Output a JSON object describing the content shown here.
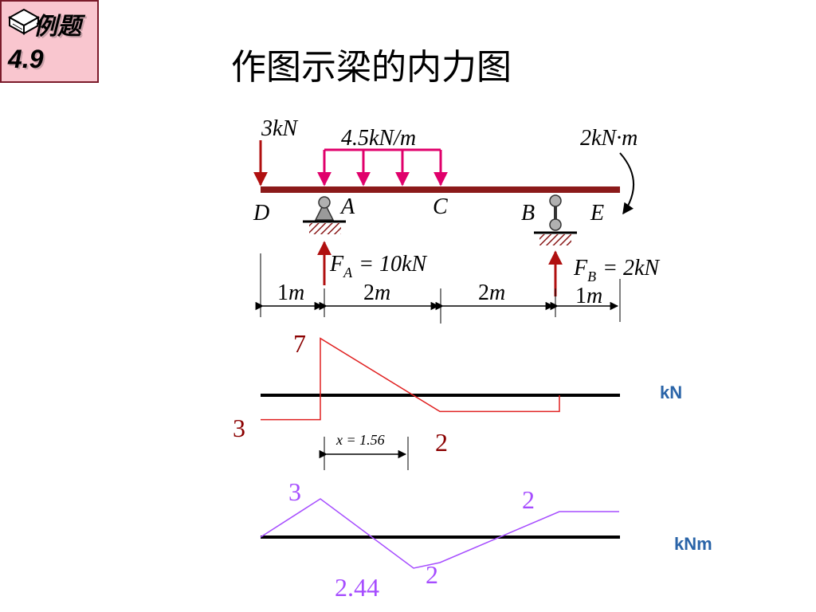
{
  "badge": {
    "word": "例题",
    "number": "4.9"
  },
  "title": "作图示梁的内力图",
  "loads": {
    "point_load": "3kN",
    "distributed_load": "4.5kN/m",
    "moment": "2kN·m"
  },
  "points": {
    "D": "D",
    "A": "A",
    "C": "C",
    "B": "B",
    "E": "E"
  },
  "reactions": {
    "FA": {
      "symbol": "F",
      "sub": "A",
      "value": "= 10kN"
    },
    "FB": {
      "symbol": "F",
      "sub": "B",
      "value": "= 2kN"
    }
  },
  "spans": [
    {
      "num": "1",
      "unit": "m"
    },
    {
      "num": "2",
      "unit": "m"
    },
    {
      "num": "2",
      "unit": "m"
    },
    {
      "num": "1",
      "unit": "m"
    }
  ],
  "shear_diagram": {
    "unit": "kN",
    "labels": {
      "peak": "7",
      "left": "3",
      "right": "2"
    },
    "zero_point": "x = 1.56",
    "positions_m": [
      0,
      1,
      1,
      3,
      5,
      5
    ],
    "values_kN": [
      -3,
      -3,
      7,
      -2,
      -2,
      0
    ]
  },
  "moment_diagram": {
    "unit": "kNm",
    "labels": {
      "peak_A": "3",
      "min": "2.44",
      "C": "2",
      "B": "2"
    },
    "positions_m": [
      0,
      1,
      2.56,
      3,
      5,
      6
    ],
    "values_kNm": [
      0,
      3,
      -2.44,
      -2,
      2,
      2
    ]
  },
  "colors": {
    "beam": "#8b1a1a",
    "load": "#e0006b",
    "reaction": "#8b0000",
    "sfd_line": "#e02020",
    "bmd_line": "#a64dff",
    "unit_text": "#2a64a8",
    "badge_bg": "#f9c6cf"
  }
}
